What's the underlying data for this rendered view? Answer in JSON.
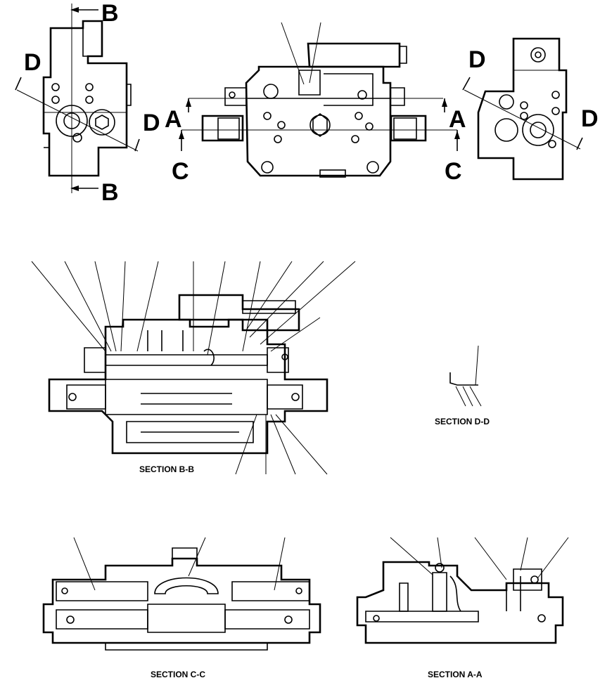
{
  "section_marks": {
    "b_top": "B",
    "b_bottom": "B",
    "d_left_top": "D",
    "d_left_right": "D",
    "a_left": "A",
    "a_right": "A",
    "c_left": "C",
    "c_right": "C",
    "d_right_top": "D",
    "d_right_right": "D"
  },
  "captions": {
    "section_bb": "SECTION B-B",
    "section_dd": "SECTION D-D",
    "section_cc": "SECTION C-C",
    "section_aa": "SECTION A-A"
  },
  "colors": {
    "ink": "#000000",
    "paper": "#ffffff"
  }
}
